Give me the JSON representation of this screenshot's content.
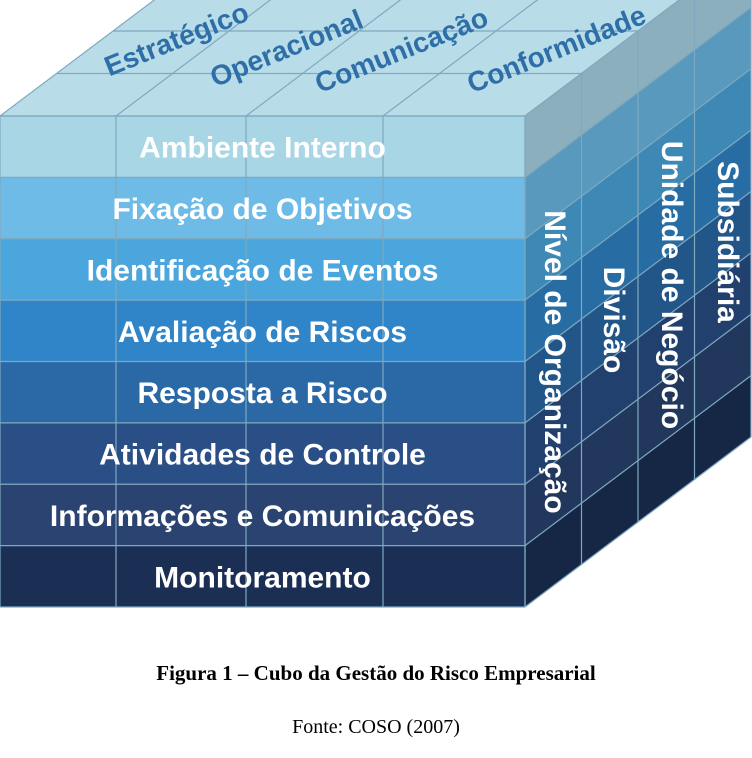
{
  "cube": {
    "top_labels": [
      "Estratégico",
      "Operacional",
      "Comunicação",
      "Conformidade"
    ],
    "front_rows": [
      {
        "label": "Ambiente Interno",
        "color": "#a9d6e5"
      },
      {
        "label": "Fixação de Objetivos",
        "color": "#6dbbe6"
      },
      {
        "label": "Identificação de Eventos",
        "color": "#4aa6dc"
      },
      {
        "label": "Avaliação de Riscos",
        "color": "#2f85c7"
      },
      {
        "label": "Resposta a Risco",
        "color": "#2a68a6"
      },
      {
        "label": "Atividades de Controle",
        "color": "#2a4e86"
      },
      {
        "label": "Informações e Comunicações",
        "color": "#2a4370"
      },
      {
        "label": "Monitoramento",
        "color": "#1b2f55"
      }
    ],
    "side_labels": [
      "Nível de Organização",
      "Divisão",
      "Unidade de Negócio",
      "Subsidiária"
    ],
    "top_color": "#b9dde8",
    "edge_color": "#7fa9bf"
  },
  "caption": "Figura 1 – Cubo da Gestão do Risco Empresarial",
  "source": "Fonte: COSO (2007)"
}
